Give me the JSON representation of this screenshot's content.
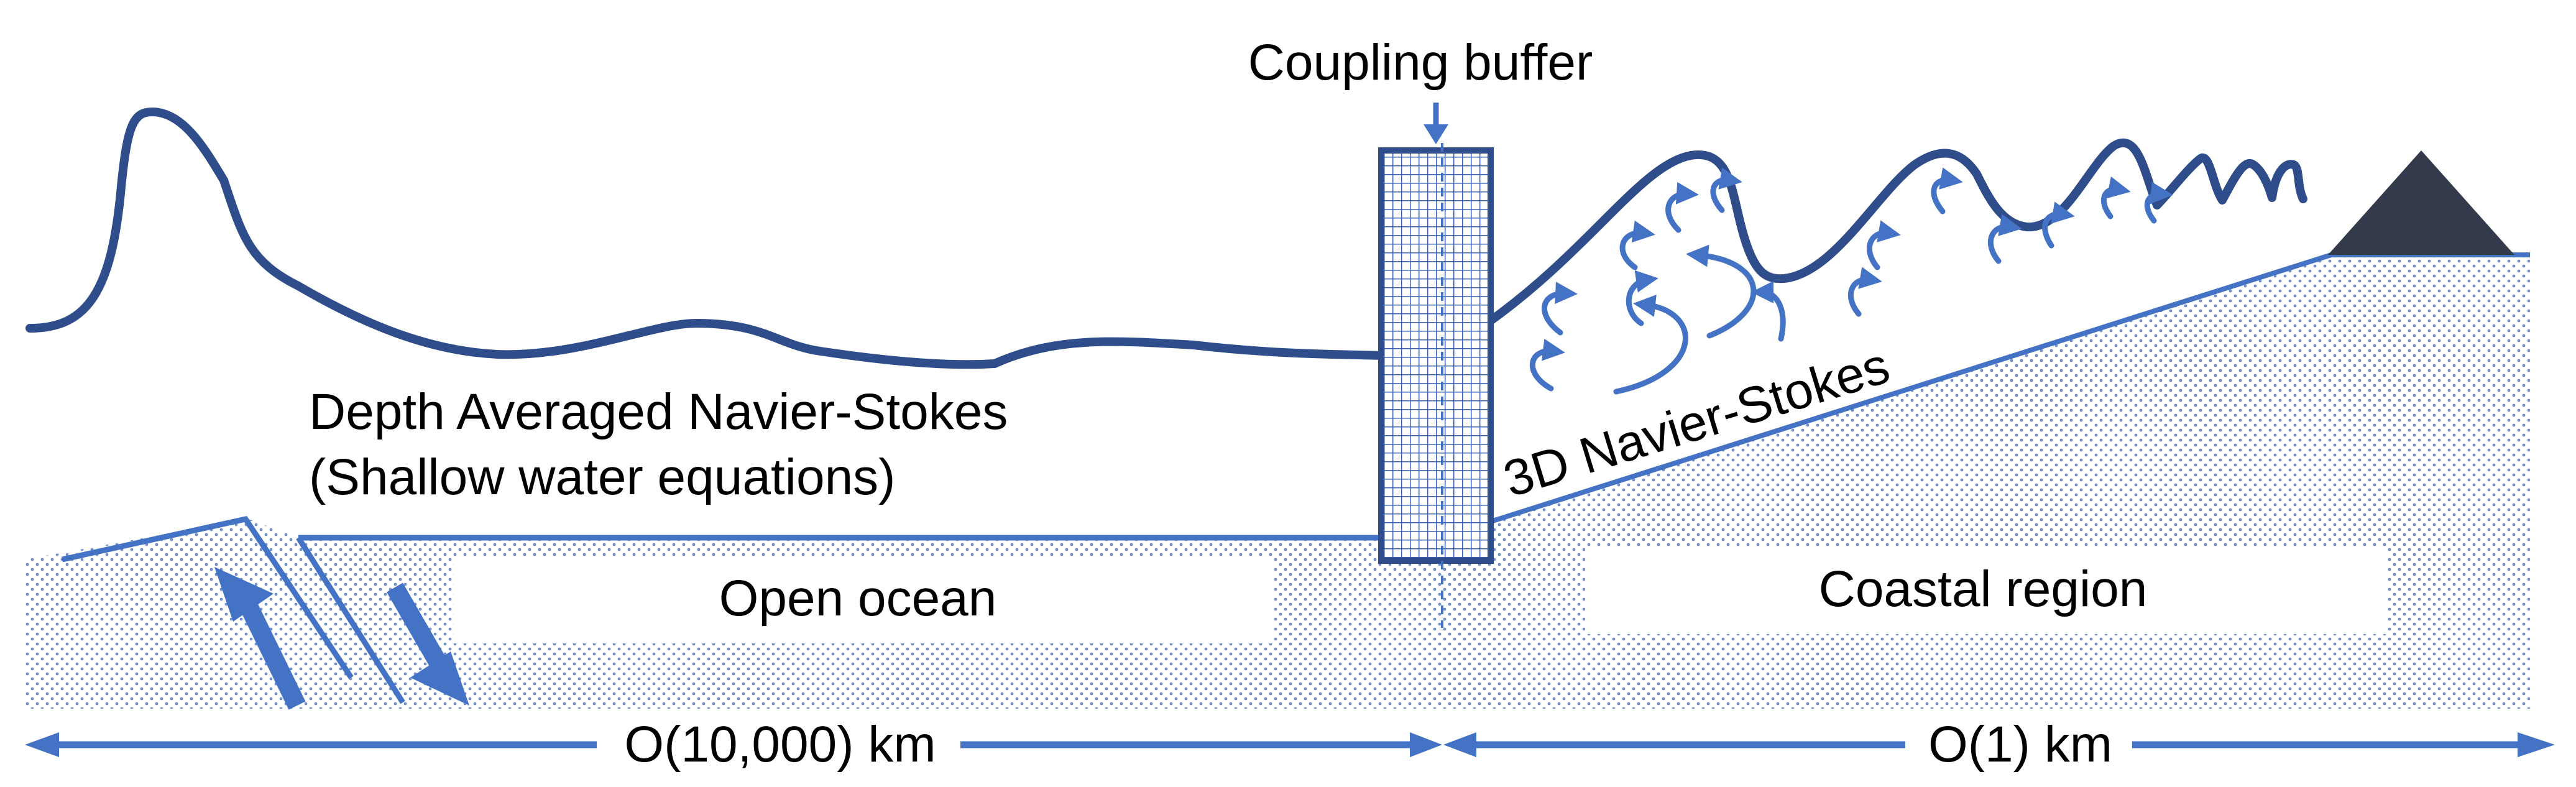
{
  "labels": {
    "coupling_buffer": "Coupling buffer",
    "depth_averaged_line1": "Depth Averaged Navier-Stokes",
    "depth_averaged_line2": "(Shallow water equations)",
    "navier_stokes_3d": "3D Navier-Stokes",
    "open_ocean": "Open ocean",
    "coastal_region": "Coastal region",
    "scale_left": "O(10,000) km",
    "scale_right": "O(1) km"
  },
  "colors": {
    "wave": "#2e4d8a",
    "accent": "#4472c4",
    "dots": "#6f8fd0",
    "mountain": "#323a4b",
    "text": "#000000"
  }
}
